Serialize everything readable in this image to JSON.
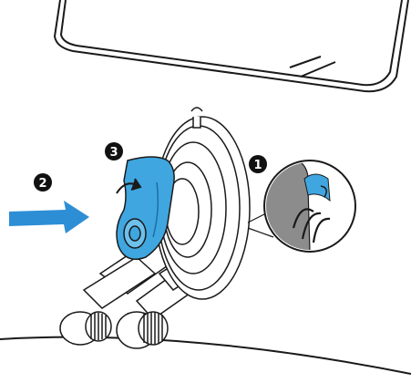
{
  "diagram": {
    "steps": [
      {
        "label": "1",
        "refers_to": "suction-cup-tab"
      },
      {
        "label": "2",
        "refers_to": "push-arrow"
      },
      {
        "label": "3",
        "refers_to": "lock-lever"
      }
    ]
  },
  "colors": {
    "line": "#1a1a1a",
    "accent_blue": "#3fa6e0",
    "arrow_blue": "#2d8ed6",
    "gray_tab": "#8c8c8c",
    "badge": "#111111"
  },
  "icons": {
    "push_arrow": "arrow-right-icon",
    "rotate": "rotate-arrow-icon"
  }
}
